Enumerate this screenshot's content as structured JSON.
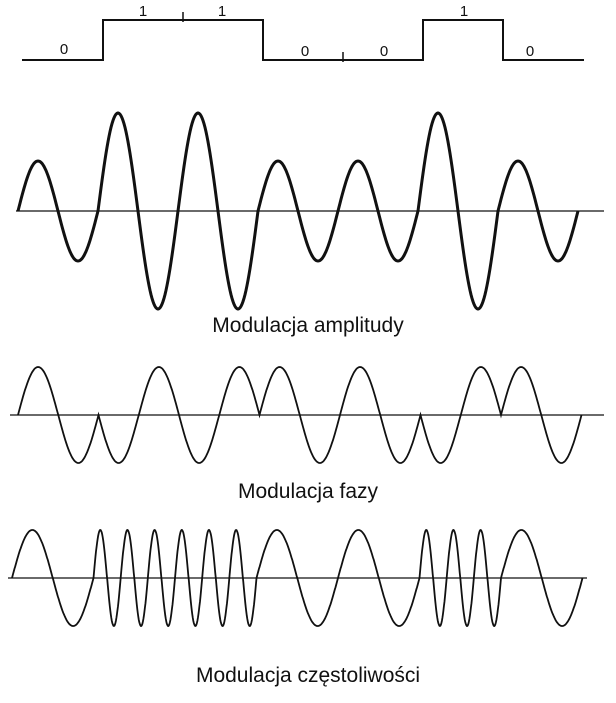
{
  "digital_signal": {
    "bits": [
      "0",
      "1",
      "1",
      "0",
      "0",
      "1",
      "0"
    ]
  },
  "am": {
    "caption": "Modulacja amplitudy",
    "bit_sequence": [
      "0",
      "1",
      "1",
      "0",
      "0",
      "1",
      "0"
    ]
  },
  "pm": {
    "caption": "Modulacja fazy",
    "bit_sequence": [
      "0",
      "1",
      "1",
      "0",
      "0",
      "1",
      "0"
    ]
  },
  "fm": {
    "caption": "Modulacja częstoliwości",
    "bit_sequence": [
      "0",
      "1",
      "1",
      "0",
      "0",
      "1",
      "0"
    ]
  },
  "colors": {
    "stroke": "#111111",
    "background": "#ffffff"
  }
}
